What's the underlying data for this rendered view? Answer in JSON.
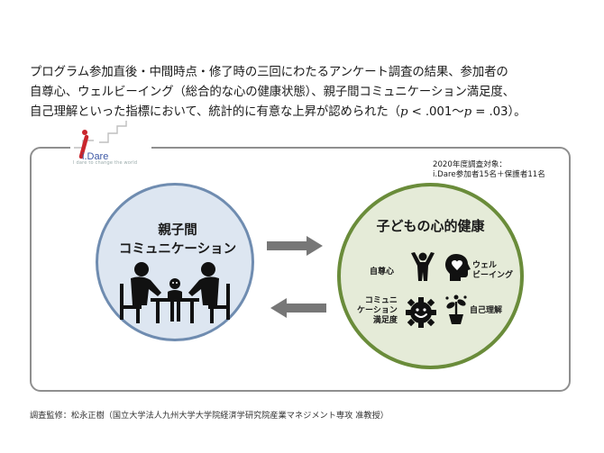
{
  "intro": {
    "line1": "プログラム参加直後・中間時点・修了時の三回にわたるアンケート調査の結果、参加者の",
    "line2": "自尊心、ウェルビーイング（総合的な心の健康状態）、親子間コミュニケーション満足度、",
    "line3_pre": "自己理解といった指標において、統計的に有意な上昇が認められた（",
    "p1": "p",
    "p1_val": " < .001〜",
    "p2": "p",
    "p2_val": " = .03）。"
  },
  "logo": {
    "text": "i.Dare",
    "tagline": "I dare to change the world"
  },
  "survey": {
    "line1": "2020年度調査対象：",
    "line2": "i.Dare参加者15名＋保護者11名"
  },
  "left_circle": {
    "title_line1": "親子間",
    "title_line2": "コミュニケーション"
  },
  "right_circle": {
    "title": "子どもの心的健康",
    "self_esteem": "自尊心",
    "wellbeing_line1": "ウェル",
    "wellbeing_line2": "ビーイング",
    "comm_line1": "コミュニ",
    "comm_line2": "ケーション",
    "comm_line3": "満足度",
    "self_understanding": "自己理解"
  },
  "credit": "調査監修：松永正樹（国立大学法人九州大学大学院経済学研究院産業マネジメント専攻 准教授）",
  "colors": {
    "left_fill": "#dde6f1",
    "left_border": "#6f8cb0",
    "right_fill": "#e5ebd8",
    "right_border": "#6a8c3a",
    "arrow": "#777777",
    "logo_red": "#c9252c"
  },
  "icons": [
    "logo-mark-icon",
    "meeting-people-icon",
    "person-raised-arms-icon",
    "head-heart-icon",
    "smile-gear-icon",
    "plant-growth-icon",
    "arrow-right-icon",
    "arrow-left-icon"
  ]
}
